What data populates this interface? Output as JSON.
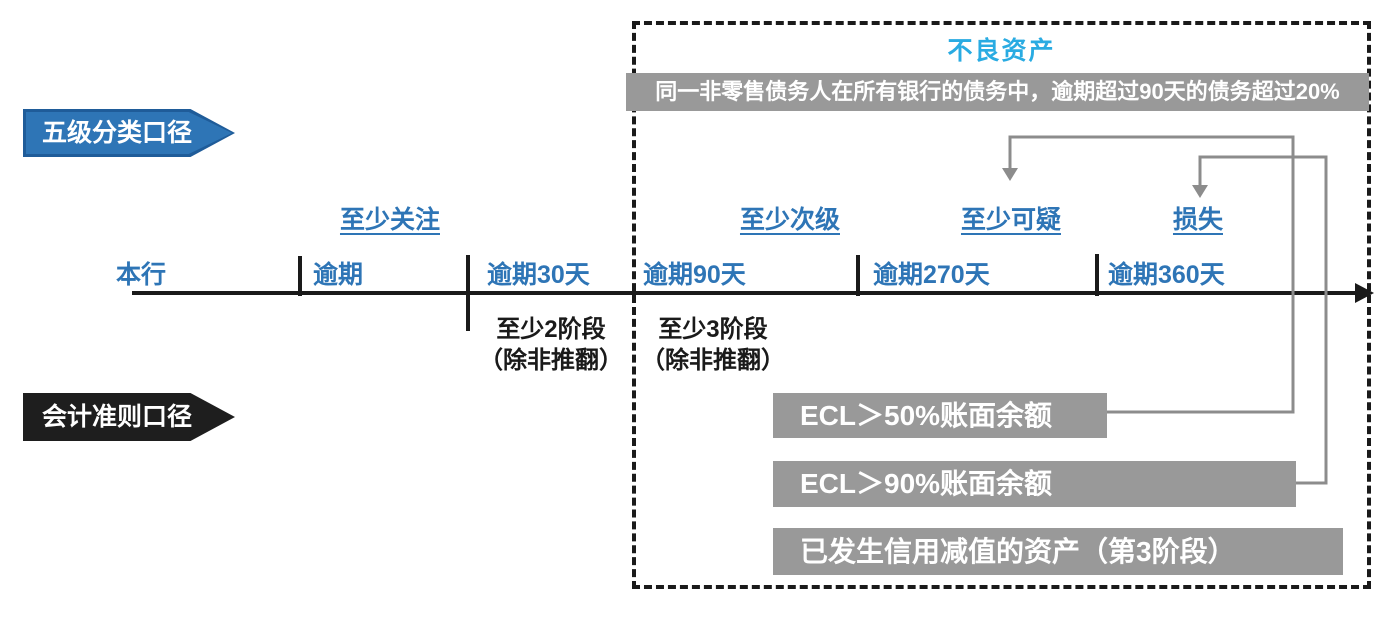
{
  "non_performing_box": {
    "title": "不良资产",
    "banner": "同一非零售债务人在所有银行的债务中，逾期超过90天的债务超过20%"
  },
  "left_banners": {
    "five_level": "五级分类口径",
    "accounting": "会计准则口径"
  },
  "timeline": {
    "axis_labels": [
      "本行",
      "逾期",
      "逾期30天",
      "逾期90天",
      "逾期270天",
      "逾期360天"
    ],
    "class_labels": [
      "至少关注",
      "至少次级",
      "至少可疑",
      "损失"
    ],
    "stage_notes": [
      {
        "line1": "至少2阶段",
        "line2": "（除非推翻）"
      },
      {
        "line1": "至少3阶段",
        "line2": "（除非推翻）"
      }
    ]
  },
  "ecl_bars": [
    "ECL＞50%账面余额",
    "ECL＞90%账面余额",
    "已发生信用减值的资产（第3阶段）"
  ],
  "colors": {
    "steel_blue": "#2E75B6",
    "cyan_blue": "#29ABE2",
    "bar_gray": "#999999",
    "connector_gray": "#8C8C8C",
    "ink": "#1A1A1A"
  }
}
